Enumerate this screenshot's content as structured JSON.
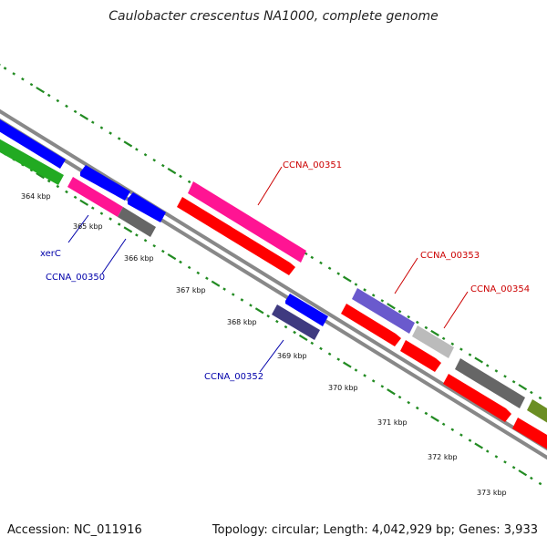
{
  "title": "Caulobacter crescentus NA1000, complete genome",
  "footer": {
    "accession": "Accession: NC_011916",
    "topology": "Topology: circular; Length: 4,042,929 bp; Genes: 3,933"
  },
  "tick_labels": [
    "364 kbp",
    "365 kbp",
    "366 kbp",
    "367 kbp",
    "368 kbp",
    "369 kbp",
    "370 kbp",
    "371 kbp",
    "372 kbp",
    "373 kbp"
  ],
  "gene_labels": {
    "xerC": "xerC",
    "ccna_00350": "CCNA_00350",
    "ccna_00351": "CCNA_00351",
    "ccna_00352": "CCNA_00352",
    "ccna_00353": "CCNA_00353",
    "ccna_00354": "CCNA_00354"
  },
  "colors": {
    "blue": "#0000ff",
    "pink": "#ff1493",
    "red": "#ff0000",
    "gray": "#666666",
    "lightgray": "#bbbbbb",
    "slate": "#6a5acd",
    "darkslate": "#3f3a80",
    "green": "#22aa22",
    "olive": "#6b8e23",
    "tick_green": "#228b22",
    "backbone": "#888888",
    "label_red": "#cc0000",
    "label_blue": "#0000aa"
  }
}
